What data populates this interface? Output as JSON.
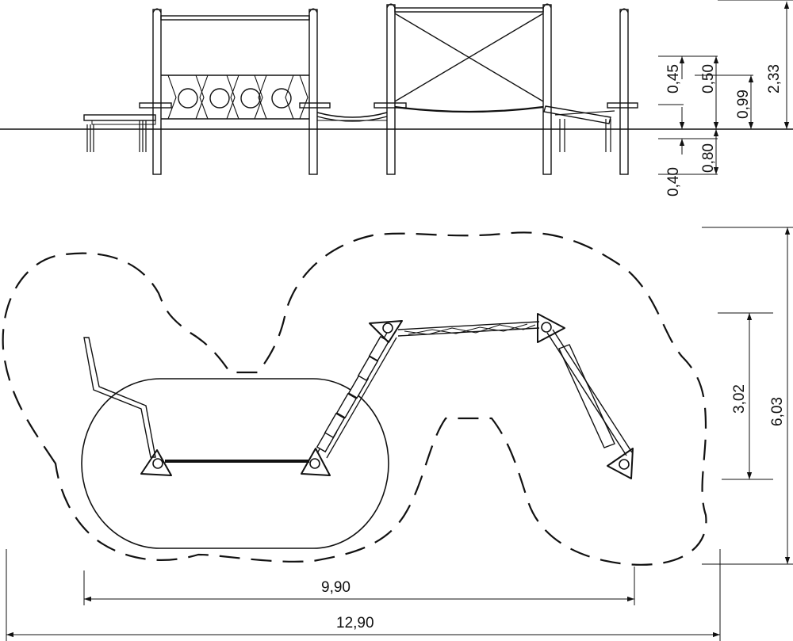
{
  "elevation": {
    "dimensions": {
      "above_ground_a": "0,45",
      "above_ground_b": "0,50",
      "above_ground_c": "0,99",
      "total_height": "2,33",
      "below_ground_a": "0,40",
      "below_ground_b": "0,80"
    }
  },
  "plan": {
    "dimensions": {
      "inner_depth": "3,02",
      "total_depth": "6,03",
      "inner_width": "9,90",
      "total_width": "12,90"
    }
  }
}
